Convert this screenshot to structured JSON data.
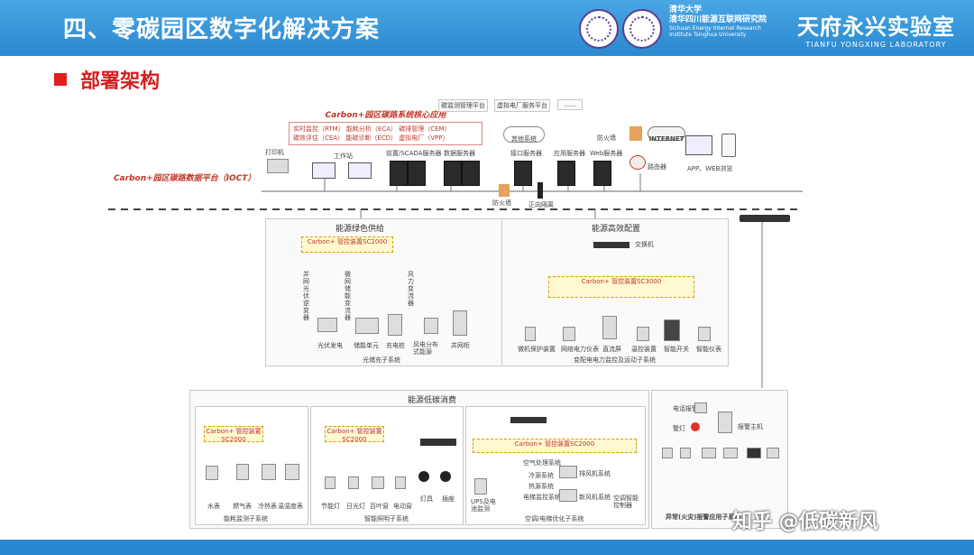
{
  "header": {
    "title": "四、零碳园区数字化解决方案",
    "institute_cn": "清华四川能源互联网研究院",
    "institute_en": "Sichuan Energy Internet Research Institute Tsinghua University",
    "university_cn": "清华大学",
    "lab_cn": "天府永兴实验室",
    "lab_en": "TIANFU YONGXING LABORATORY"
  },
  "section": {
    "title": "部署架构"
  },
  "top": {
    "core_app_title": "Carbon+园区碳路系统核心应用",
    "core_app_lines": [
      "实时监控（RTM） 能耗分析（ECA） 碳排管理（CEM）",
      "碳效评估（CEA） 能碳诊断（ECD） 虚拟电厂（VPP）"
    ],
    "platform_label": "Carbon+园区碳路数据平台（IOCT）",
    "platform_boxes": [
      "碳监测管理平台",
      "虚拟电厂服务平台",
      "……"
    ],
    "other_systems": "其他系统",
    "firewall_top": "防火墙",
    "internet": "INTERNET",
    "router": "路由器",
    "app_web": "APP、WEB浏览",
    "printer": "打印机",
    "workstation": "工作站",
    "scada": "前置/SCADA服务器",
    "data_server": "数据服务器",
    "interface_server": "接口服务器",
    "app_server": "应用服务器",
    "web_server": "Web服务器",
    "firewall_bottom": "防火墙",
    "isolation": "正向隔离"
  },
  "green_supply": {
    "title": "能源绿色供给",
    "gateway": "Carbon+ 管控装置SC2000",
    "col_labels": [
      "并网光伏逆变器",
      "微网储能变流器",
      "风力变流器"
    ],
    "items": [
      "光伏发电",
      "储能单元",
      "充电桩",
      "风电分布式能源",
      "并网柜"
    ],
    "caption": "光储充子系统"
  },
  "efficient_config": {
    "title": "能源高效配置",
    "switch": "交换机",
    "gateway": "Carbon+ 管控装置SC3000",
    "items": [
      "微机保护装置",
      "网络电力仪表",
      "直流屏",
      "温控装置",
      "智能开关",
      "智能仪表"
    ],
    "caption": "变配电电力监控及运动子系统"
  },
  "low_carbon": {
    "title": "能源低碳消费",
    "gateway_a": "Carbon+ 管控装置SC2000",
    "gateway_b": "Carbon+ 管控装置SC2000",
    "gateway_c": "Carbon+ 管控装置SC2000",
    "meter_items": [
      "水表",
      "燃气表",
      "冷热表",
      "温湿度表"
    ],
    "meter_caption": "能耗监测子系统",
    "light_items": [
      "节能灯",
      "日光灯",
      "百叶窗",
      "电动窗",
      "灯具",
      "插座"
    ],
    "light_caption": "智能照明子系统",
    "hvac_items": [
      "空气处理系统",
      "冷源系统",
      "热源系统",
      "电梯监控系统",
      "排风机系统",
      "新风机系统",
      "空调智能控制器",
      "UPS及电池监测"
    ],
    "hvac_caption": "空调/电梯优化子系统"
  },
  "alarm": {
    "phone": "电话报警",
    "light": "警灯",
    "host": "报警主机",
    "caption": "异常(火灾)报警应用子系统"
  },
  "watermark": "知乎 @低碳新风"
}
